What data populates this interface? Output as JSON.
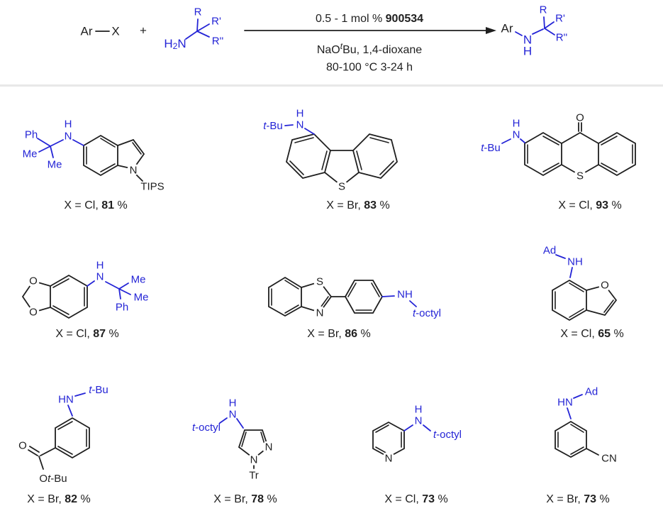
{
  "colors": {
    "structure_blue": "#2424d6",
    "structure_black": "#1f1f1f",
    "divider_gray": "#e8e8e8",
    "background": "#ffffff"
  },
  "scheme": {
    "ar": "Ar",
    "x": "X",
    "plus": "+",
    "amine": {
      "h": "H",
      "sub2": "2",
      "n": "N",
      "r": "R",
      "rp": "R'",
      "rpp": "R''"
    },
    "arrow_above_normal": "0.5 - 1 mol % ",
    "arrow_above_bold": "900534",
    "cond2_pre": "NaO",
    "cond2_sup": "t",
    "cond2_post": "Bu, 1,4-dioxane",
    "cond3": "80-100 °C 3-24 h",
    "product": {
      "ar": "Ar",
      "n": "N",
      "h": "H",
      "r": "R",
      "rp": "R'",
      "rpp": "R''"
    }
  },
  "compounds": [
    {
      "name": "cumylamino-N-TIPS-indole",
      "caption": {
        "prefix": "X = Cl, ",
        "yield": "81",
        "suffix": " %"
      },
      "atoms": {
        "ph": "Ph",
        "me_a": "Me",
        "me_b": "Me",
        "h": "H",
        "n": "N",
        "ring_n": "N",
        "tips": "TIPS"
      }
    },
    {
      "name": "tbutylamino-dibenzothiophene",
      "caption": {
        "prefix": "X = Br, ",
        "yield": "83",
        "suffix": " %"
      },
      "atoms": {
        "t": "t",
        "bu": "-Bu",
        "h": "H",
        "n": "N",
        "s": "S"
      }
    },
    {
      "name": "tbutylamino-thioxanthone",
      "caption": {
        "prefix": "X = Cl, ",
        "yield": "93",
        "suffix": " %"
      },
      "atoms": {
        "t": "t",
        "bu": "-Bu",
        "h": "H",
        "n": "N",
        "o": "O",
        "s": "S"
      }
    },
    {
      "name": "benzodioxolyl-cumylamine",
      "caption": {
        "prefix": "X = Cl, ",
        "yield": "87",
        "suffix": " %"
      },
      "atoms": {
        "o_a": "O",
        "o_b": "O",
        "h": "H",
        "n": "N",
        "me_a": "Me",
        "me_b": "Me",
        "ph": "Ph"
      }
    },
    {
      "name": "benzothiazolyl-phenyl-toctylamine",
      "caption": {
        "prefix": "X = Br, ",
        "yield": "86",
        "suffix": " %"
      },
      "atoms": {
        "s": "S",
        "ring_n": "N",
        "nh": "NH",
        "t": "t",
        "octyl": "-octyl"
      }
    },
    {
      "name": "adamantylamino-benzofuran",
      "caption": {
        "prefix": "X = Cl, ",
        "yield": "65",
        "suffix": " %"
      },
      "atoms": {
        "ad": "Ad",
        "nh": "NH",
        "o": "O"
      }
    },
    {
      "name": "tbutylamino-benzoate-ester",
      "caption": {
        "prefix": "X = Br, ",
        "yield": "82",
        "suffix": " %"
      },
      "atoms": {
        "hn": "HN",
        "t": "t",
        "bu": "-Bu",
        "o": "O",
        "ester_o": "O",
        "ester_t": "t",
        "ester_bu": "-Bu"
      }
    },
    {
      "name": "toctylamino-N-trityl-pyrazole",
      "caption": {
        "prefix": "X = Br, ",
        "yield": "78",
        "suffix": " %"
      },
      "atoms": {
        "h": "H",
        "n": "N",
        "t": "t",
        "octyl": "-octyl",
        "n2": "N",
        "n1": "N",
        "tr": "Tr"
      }
    },
    {
      "name": "toctylamino-pyridine",
      "caption": {
        "prefix": "X = Cl, ",
        "yield": "73",
        "suffix": " %"
      },
      "atoms": {
        "ring_n": "N",
        "h": "H",
        "n": "N",
        "t": "t",
        "octyl": "-octyl"
      }
    },
    {
      "name": "adamantylamino-benzonitrile",
      "caption": {
        "prefix": "X = Br, ",
        "yield": "73",
        "suffix": " %"
      },
      "atoms": {
        "hn": "HN",
        "ad": "Ad",
        "cn": "CN"
      }
    }
  ]
}
